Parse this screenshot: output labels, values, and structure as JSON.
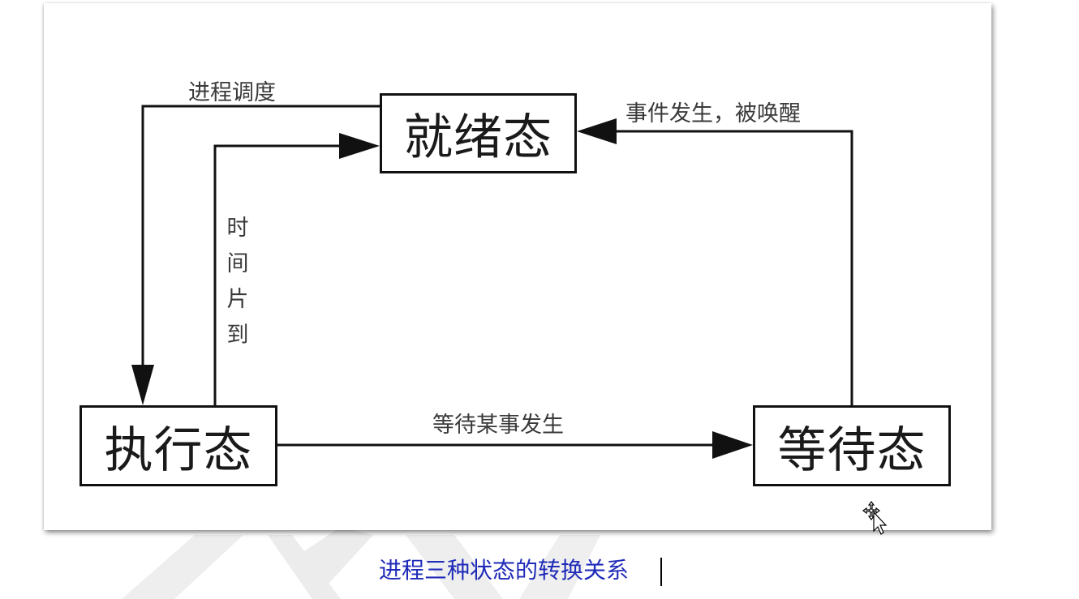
{
  "diagram": {
    "states": {
      "ready": "就绪态",
      "running": "执行态",
      "waiting": "等待态"
    },
    "transitions": {
      "schedule": "进程调度",
      "timeslice": "时间片到",
      "wait_event": "等待某事发生",
      "event_wakeup": "事件发生，被唤醒"
    }
  },
  "caption": "进程三种状态的转换关系",
  "colors": {
    "caption": "#1f2bb8",
    "line": "#111111",
    "watermark": "#ececec"
  }
}
